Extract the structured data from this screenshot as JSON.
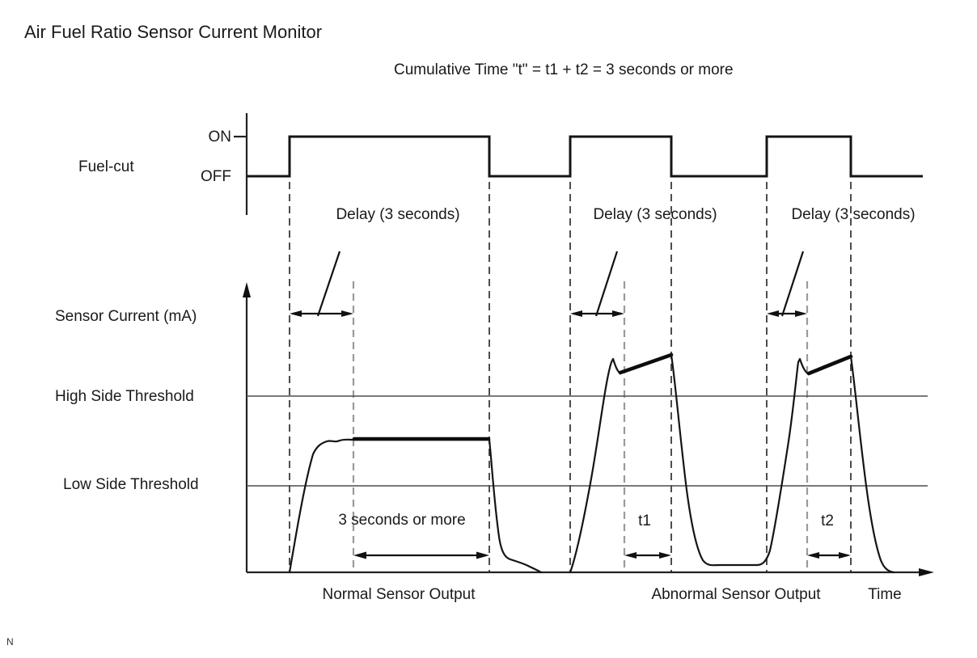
{
  "title": "Air Fuel Ratio Sensor Current Monitor",
  "annotation": "Cumulative Time \"t\" = t1 + t2 = 3 seconds or more",
  "fuel_cut": {
    "label": "Fuel-cut",
    "on_label": "ON",
    "off_label": "OFF",
    "delay_labels": [
      "Delay (3 seconds)",
      "Delay (3 seconds)",
      "Delay (3 seconds)"
    ]
  },
  "sensor": {
    "axis_label": "Sensor Current (mA)",
    "high_threshold_label": "High Side Threshold",
    "low_threshold_label": "Low Side Threshold",
    "normal_duration_label": "3 seconds or more",
    "t1_label": "t1",
    "t2_label": "t2"
  },
  "bottom": {
    "normal_label": "Normal Sensor Output",
    "abnormal_label": "Abnormal Sensor Output",
    "time_label": "Time"
  },
  "page_marker": "N",
  "colors": {
    "ink": "#141414",
    "threshold_line": "#4d4d4d",
    "pulse_edge_dash": "#3a3a3a",
    "delay_end_dash": "#9a9a9a",
    "background": "#ffffff"
  },
  "chart_data": {
    "type": "line",
    "title": "Air Fuel Ratio Sensor Current Monitor",
    "xlabel": "Time",
    "ylabel": "Sensor Current (mA)",
    "reference_lines": [
      "High Side Threshold",
      "Low Side Threshold"
    ],
    "annotations": [
      "Cumulative Time \"t\" = t1 + t2 = 3 seconds or more",
      "Delay (3 seconds) follows each Fuel-cut ON edge",
      "Normal output holds between thresholds for 3 seconds or more",
      "Abnormal output exceeds High Side Threshold during t1 and t2"
    ],
    "series": [
      {
        "name": "Fuel-cut",
        "kind": "digital-square-wave",
        "levels": [
          "ON",
          "OFF"
        ],
        "pulse_count": 3
      },
      {
        "name": "Sensor Current",
        "kind": "analog",
        "episodes": [
          {
            "label": "Normal Sensor Output",
            "behavior": "plateau between Low and High Side Thresholds",
            "measured_span": "3 seconds or more"
          },
          {
            "label": "Abnormal Sensor Output",
            "behavior": "peak above High Side Threshold",
            "measured_span": "t1"
          },
          {
            "label": "Abnormal Sensor Output",
            "behavior": "peak above High Side Threshold",
            "measured_span": "t2"
          }
        ]
      }
    ]
  }
}
